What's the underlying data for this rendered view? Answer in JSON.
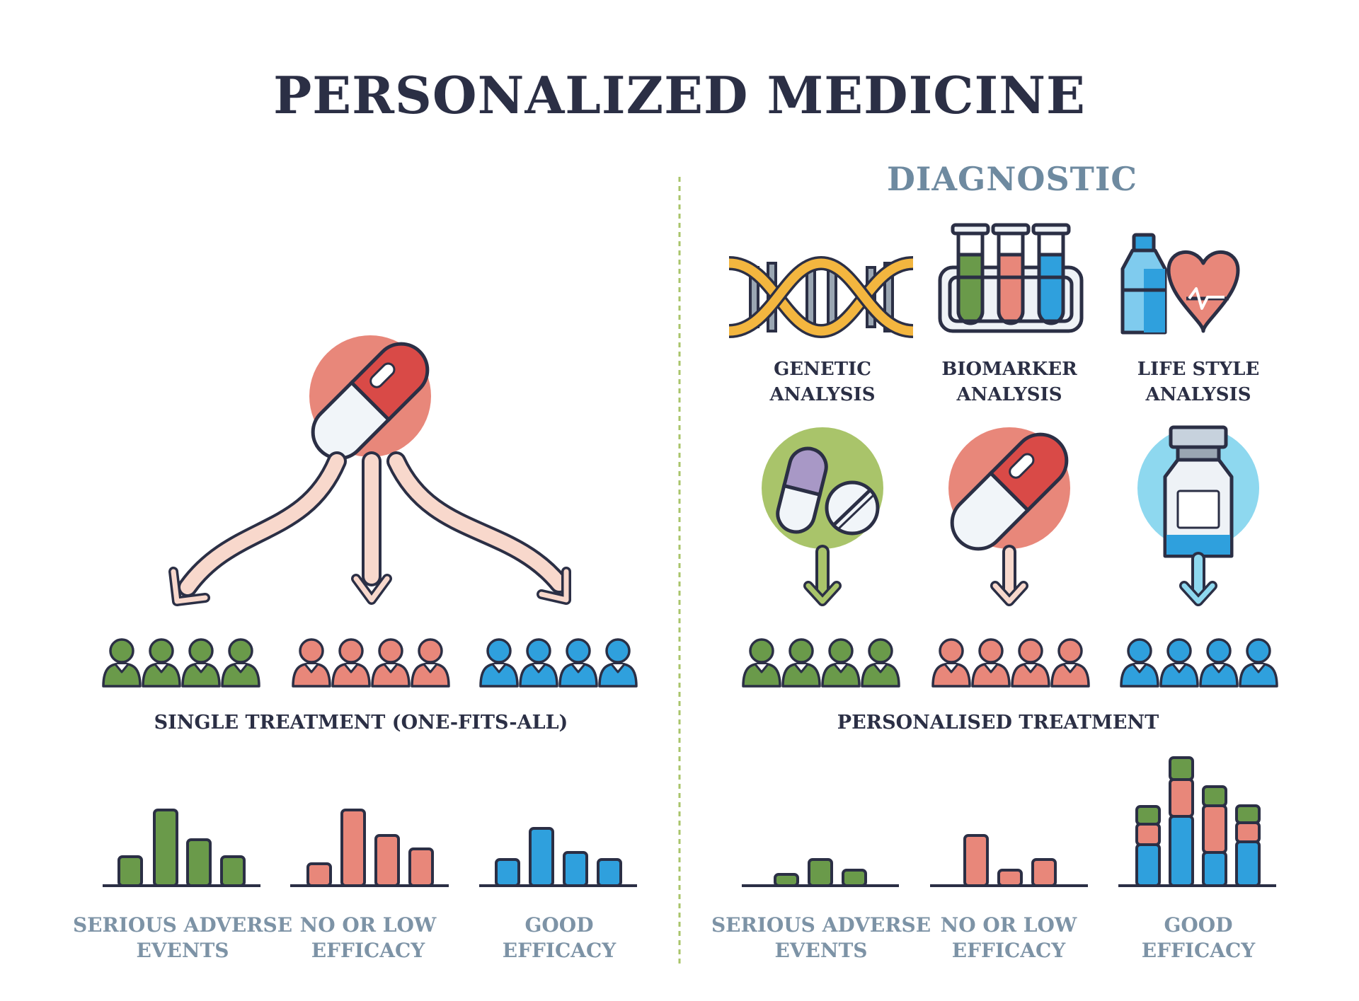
{
  "title": "PERSONALIZED MEDICINE",
  "diagnostic": {
    "heading": "DIAGNOSTIC",
    "items": [
      {
        "line1": "GENETIC",
        "line2": "ANALYSIS",
        "icon": "dna-icon"
      },
      {
        "line1": "BIOMARKER",
        "line2": "ANALYSIS",
        "icon": "test-tubes-icon"
      },
      {
        "line1": "LIFE STYLE",
        "line2": "ANALYSIS",
        "icon": "bottle-heart-icon"
      }
    ]
  },
  "left": {
    "treatment_label": "SINGLE TREATMENT (ONE-FITS-ALL)",
    "groups": [
      "green",
      "red",
      "blue"
    ]
  },
  "right": {
    "treatment_label": "PERSONALISED TREATMENT",
    "groups": [
      "green",
      "red",
      "blue"
    ]
  },
  "metrics": {
    "serious_1": "SERIOUS ADVERSE",
    "serious_2": "EVENTS",
    "low_1": "NO OR LOW",
    "low_2": "EFFICACY",
    "good_1": "GOOD",
    "good_2": "EFFICACY"
  },
  "colors": {
    "green": "#6a9a4a",
    "red": "#e8877a",
    "blue": "#2fa0dd",
    "dark": "#2b2f45",
    "capsule_red": "#d94a47",
    "arrow_fill": "#f8d8cc",
    "divider": "#a9c46a"
  }
}
